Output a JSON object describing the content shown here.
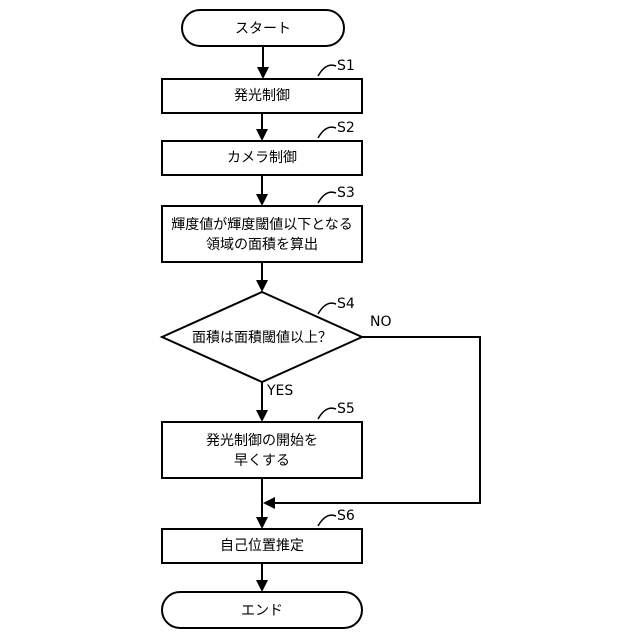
{
  "start": {
    "label": "スタート"
  },
  "steps": [
    {
      "id": "S1",
      "lines": [
        "発光制御"
      ]
    },
    {
      "id": "S2",
      "lines": [
        "カメラ制御"
      ]
    },
    {
      "id": "S3",
      "lines": [
        "輝度値が輝度閾値以下となる",
        "領域の面積を算出"
      ]
    },
    {
      "id": "S5",
      "lines": [
        "発光制御の開始を",
        "早くする"
      ]
    },
    {
      "id": "S6",
      "lines": [
        "自己位置推定"
      ]
    }
  ],
  "decision": {
    "id": "S4",
    "label": "面積は面積閾値以上？",
    "yes": "YES",
    "no": "NO"
  },
  "end": {
    "label": "エンド"
  }
}
